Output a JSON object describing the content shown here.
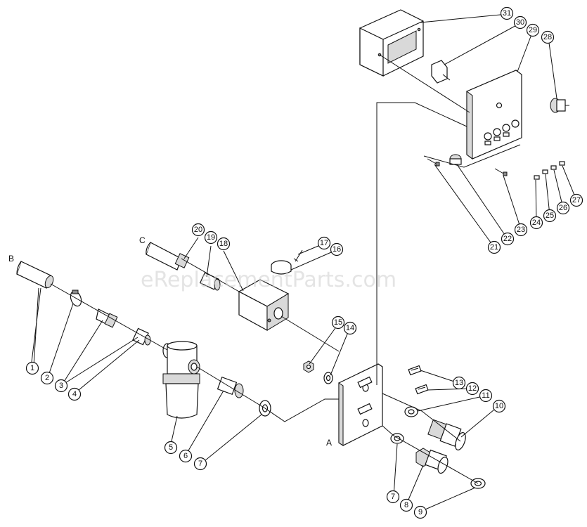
{
  "watermark": "eReplacementParts.com",
  "letters": {
    "a": "A",
    "b": "B",
    "c": "C"
  },
  "callouts": {
    "p1": "1",
    "p2": "2",
    "p3": "3",
    "p4": "4",
    "p5": "5",
    "p6": "6",
    "p7a": "7",
    "p7b": "7",
    "p8": "8",
    "p9": "9",
    "p10": "10",
    "p11": "11",
    "p12": "12",
    "p13": "13",
    "p14": "14",
    "p15": "15",
    "p16": "16",
    "p17": "17",
    "p18": "18",
    "p19": "19",
    "p20": "20",
    "p21": "21",
    "p22": "22",
    "p23": "23",
    "p24": "24",
    "p25": "25",
    "p26": "26",
    "p27": "27",
    "p28": "28",
    "p29": "29",
    "p30": "30",
    "p31": "31"
  }
}
